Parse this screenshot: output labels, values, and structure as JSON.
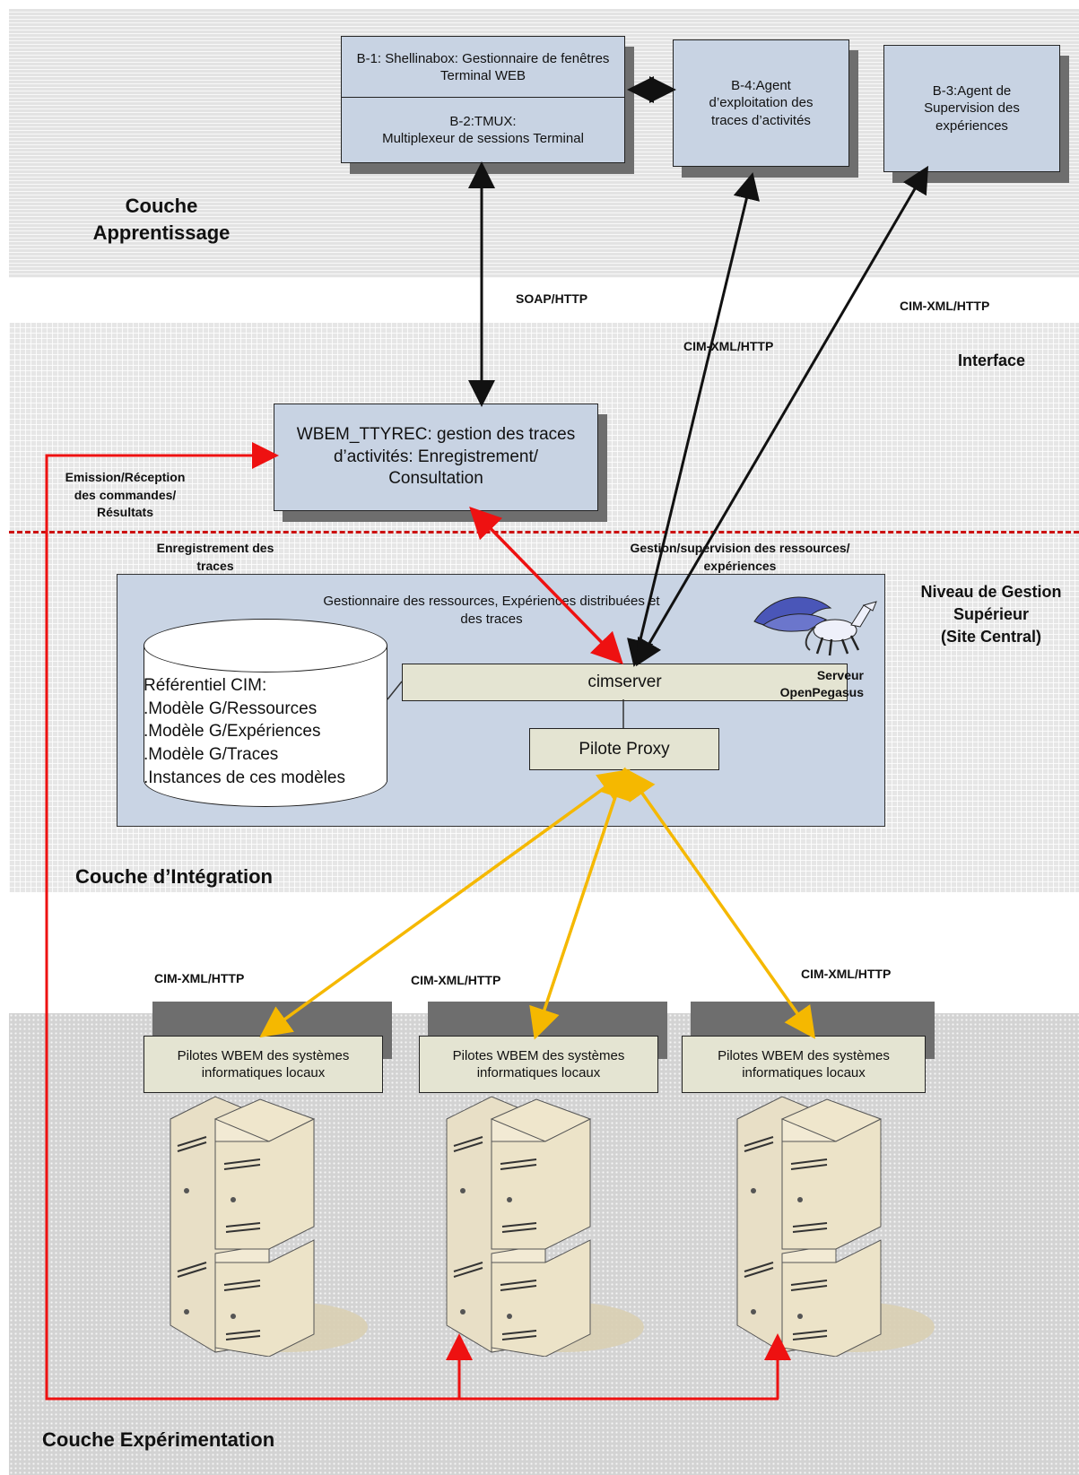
{
  "layers": {
    "apprentissage": "Couche\nApprentissage",
    "interface": "Interface",
    "integration": "Couche d’Intégration",
    "experimentation": "Couche Expérimentation",
    "niveau_gestion": "Niveau de Gestion\nSupérieur\n(Site Central)"
  },
  "boxes": {
    "b1": "B-1: Shellinabox: Gestionnaire de fenêtres Terminal WEB",
    "b2": "B-2:TMUX:\nMultiplexeur de sessions Terminal",
    "b4": "B-4:Agent\nd’exploitation des\ntraces d’activités",
    "b3": "B-3:Agent de\nSupervision des\nexpériences",
    "ttyrec": "WBEM_TTYREC: gestion des traces d’activités: Enregistrement/ Consultation",
    "pilotes": "Pilotes WBEM des systèmes informatiques locaux"
  },
  "protocols": {
    "soap": "SOAP/HTTP",
    "cim_b4": "CIM-XML/HTTP",
    "cim_b3": "CIM-XML/HTTP",
    "cim_left": "CIM-XML/HTTP",
    "cim_mid": "CIM-XML/HTTP",
    "cim_right": "CIM-XML/HTTP"
  },
  "annotations": {
    "emission": "Emission/Réception\ndes commandes/\nRésultats",
    "enregistrement": "Enregistrement des\ntraces",
    "gestion": "Gestion/supervision des ressources/\nexpériences"
  },
  "central": {
    "panel_title": "Gestionnaire des ressources, Expériences distribuées et des traces",
    "repository": "Référentiel CIM:\n.Modèle G/Ressources\n.Modèle G/Expériences\n.Modèle G/Traces\n.Instances de ces modèles",
    "cimserver": "cimserver",
    "pilote_proxy": "Pilote Proxy",
    "serveur": "Serveur\nOpenPegasus"
  },
  "colors": {
    "box_fill": "#c8d3e3",
    "tan_fill": "#e4e4d2",
    "red_arrow": "#ee1111",
    "orange_arrow": "#f5b800",
    "black_arrow": "#111111"
  }
}
